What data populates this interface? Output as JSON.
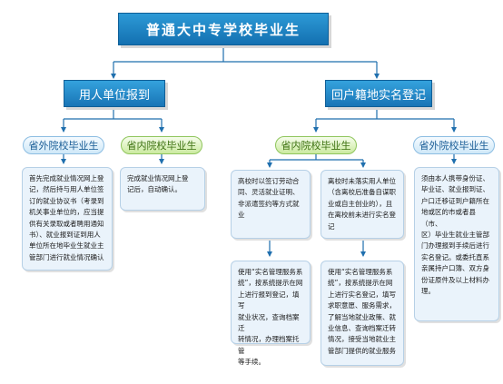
{
  "title": "普通大中专学校毕业生",
  "branches": {
    "employer": "用人单位报到",
    "household": "回户籍地实名登记"
  },
  "categories": {
    "outside_left": "省外院校毕业生",
    "inside_left": "省内院校毕业生",
    "inside_right": "省内院校毕业生",
    "outside_right": "省外院校毕业生"
  },
  "boxes": {
    "outside_left": [
      "首先完成就业情况网上登",
      "记，然后持与用人单位签",
      "订的就业协议书（考录到",
      "机关事业单位的，应当提",
      "供有关录取或者聘用通知",
      "书）、就业报到证到用人",
      "单位所在地毕业生就业主",
      "管部门进行就业情况确认"
    ],
    "inside_left": [
      "完成就业情况网上登",
      "记后，自动确认。"
    ],
    "signed_top": [
      "高校时以签订劳动合",
      "同、灵活就业证明、",
      "非派遣签约等方式就",
      "业"
    ],
    "signed_bottom": [
      "使用“实名管理服务系",
      "统”，按系统提示在网",
      "上进行报到登记，填写",
      "就业状况，查询档案迁",
      "转情况，办理档案托管",
      "等手续。"
    ],
    "unemployed_top": [
      "离校时未落实用人单位",
      "（含离校后准备自谋职",
      "业或自主创业的），且",
      "在离校前未进行实名登",
      "记"
    ],
    "unemployed_bottom": [
      "使用“实名管理服务系",
      "统”，按系统提示在网",
      "上进行实名登记，填写",
      "求职意愿、服务需求，",
      "了解当地就业政策、就",
      "业信息、查询档案迁转",
      "情况，接受当地就业主",
      "管部门提供的就业服务"
    ],
    "outside_right": [
      "须由本人携带身份证、",
      "毕业证、就业报到证、",
      "户口迁移证到户籍所在",
      "地或区的市或者县（市、",
      "区）毕业生就业主管部",
      "门办理报到手续后进行",
      "实名登记。或委托直系",
      "亲属持户口簿、双方身",
      "份证原件及以上材料办",
      "理。"
    ]
  },
  "colors": {
    "lvl1_blue": "#1975b6",
    "pill_blue": "#cfe8f8",
    "pill_green": "#cbeaa0",
    "box_fill": "#eaf3fb",
    "line": "#1f6fae"
  }
}
